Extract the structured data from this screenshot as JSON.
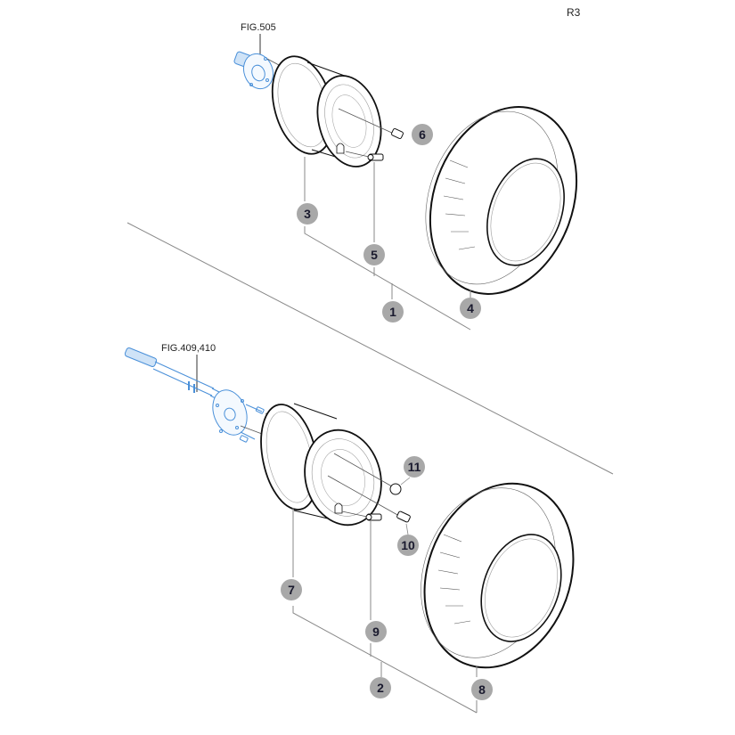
{
  "sheet_id": "R3",
  "colors": {
    "callout_fill": "#a8a8a8",
    "callout_text": "#1a1a2e",
    "leader_line": "#888888",
    "reference_part": "#4a90d9",
    "outline": "#111111"
  },
  "references": [
    {
      "id": "fig-505",
      "label": "FIG.505"
    },
    {
      "id": "fig-409-410",
      "label": "FIG.409,410"
    }
  ],
  "assemblies": [
    {
      "name": "upper-wheel-assembly",
      "assembly_callout": "1",
      "parts": [
        {
          "callout": "3",
          "part": "rim"
        },
        {
          "callout": "4",
          "part": "tire"
        },
        {
          "callout": "5",
          "part": "valve-stem"
        },
        {
          "callout": "6",
          "part": "lug-bolt"
        }
      ]
    },
    {
      "name": "lower-wheel-assembly",
      "assembly_callout": "2",
      "parts": [
        {
          "callout": "7",
          "part": "rim"
        },
        {
          "callout": "8",
          "part": "tire"
        },
        {
          "callout": "9",
          "part": "valve-stem"
        },
        {
          "callout": "10",
          "part": "lug-bolt"
        },
        {
          "callout": "11",
          "part": "lug-nut"
        }
      ]
    }
  ],
  "callouts": {
    "c1": "1",
    "c2": "2",
    "c3": "3",
    "c4": "4",
    "c5": "5",
    "c6": "6",
    "c7": "7",
    "c8": "8",
    "c9": "9",
    "c10": "10",
    "c11": "11"
  }
}
